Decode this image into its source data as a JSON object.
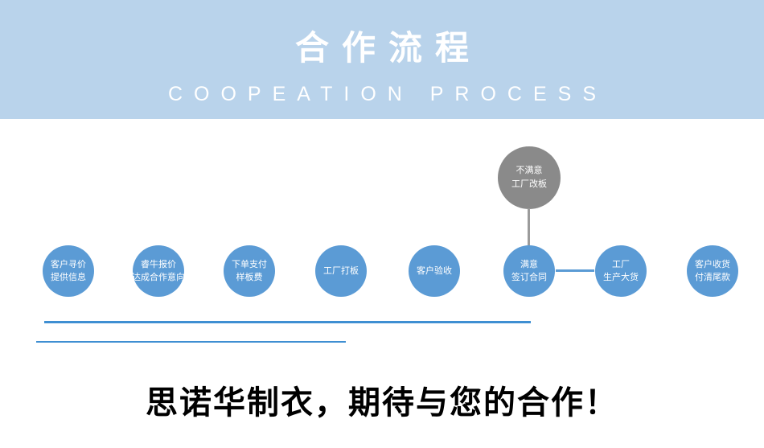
{
  "banner": {
    "title": "合作流程",
    "subtitle": "COOPEATION PROCESS",
    "bg_color": "#b9d3eb",
    "text_color": "#ffffff"
  },
  "flow": {
    "circle_color": "#5b9bd5",
    "reject_circle_color": "#8a8a8a",
    "connector_color": "#9b9b9b",
    "steps": [
      {
        "line1": "客户寻价",
        "line2": "提供信息"
      },
      {
        "line1": "睿牛报价",
        "line2": "达成合作意向"
      },
      {
        "line1": "下单支付",
        "line2": "样板费"
      },
      {
        "line1": "工厂打板",
        "line2": ""
      },
      {
        "line1": "客户验收",
        "line2": ""
      },
      {
        "line1": "满意",
        "line2": "签订合同"
      },
      {
        "line1": "工厂",
        "line2": "生产大货"
      },
      {
        "line1": "客户收货",
        "line2": "付清尾款"
      }
    ],
    "reject": {
      "line1": "不满意",
      "line2": "工厂改板"
    }
  },
  "rules": {
    "color": "#3f8fd2"
  },
  "footer": {
    "slogan": "思诺华制衣，期待与您的合作！"
  }
}
